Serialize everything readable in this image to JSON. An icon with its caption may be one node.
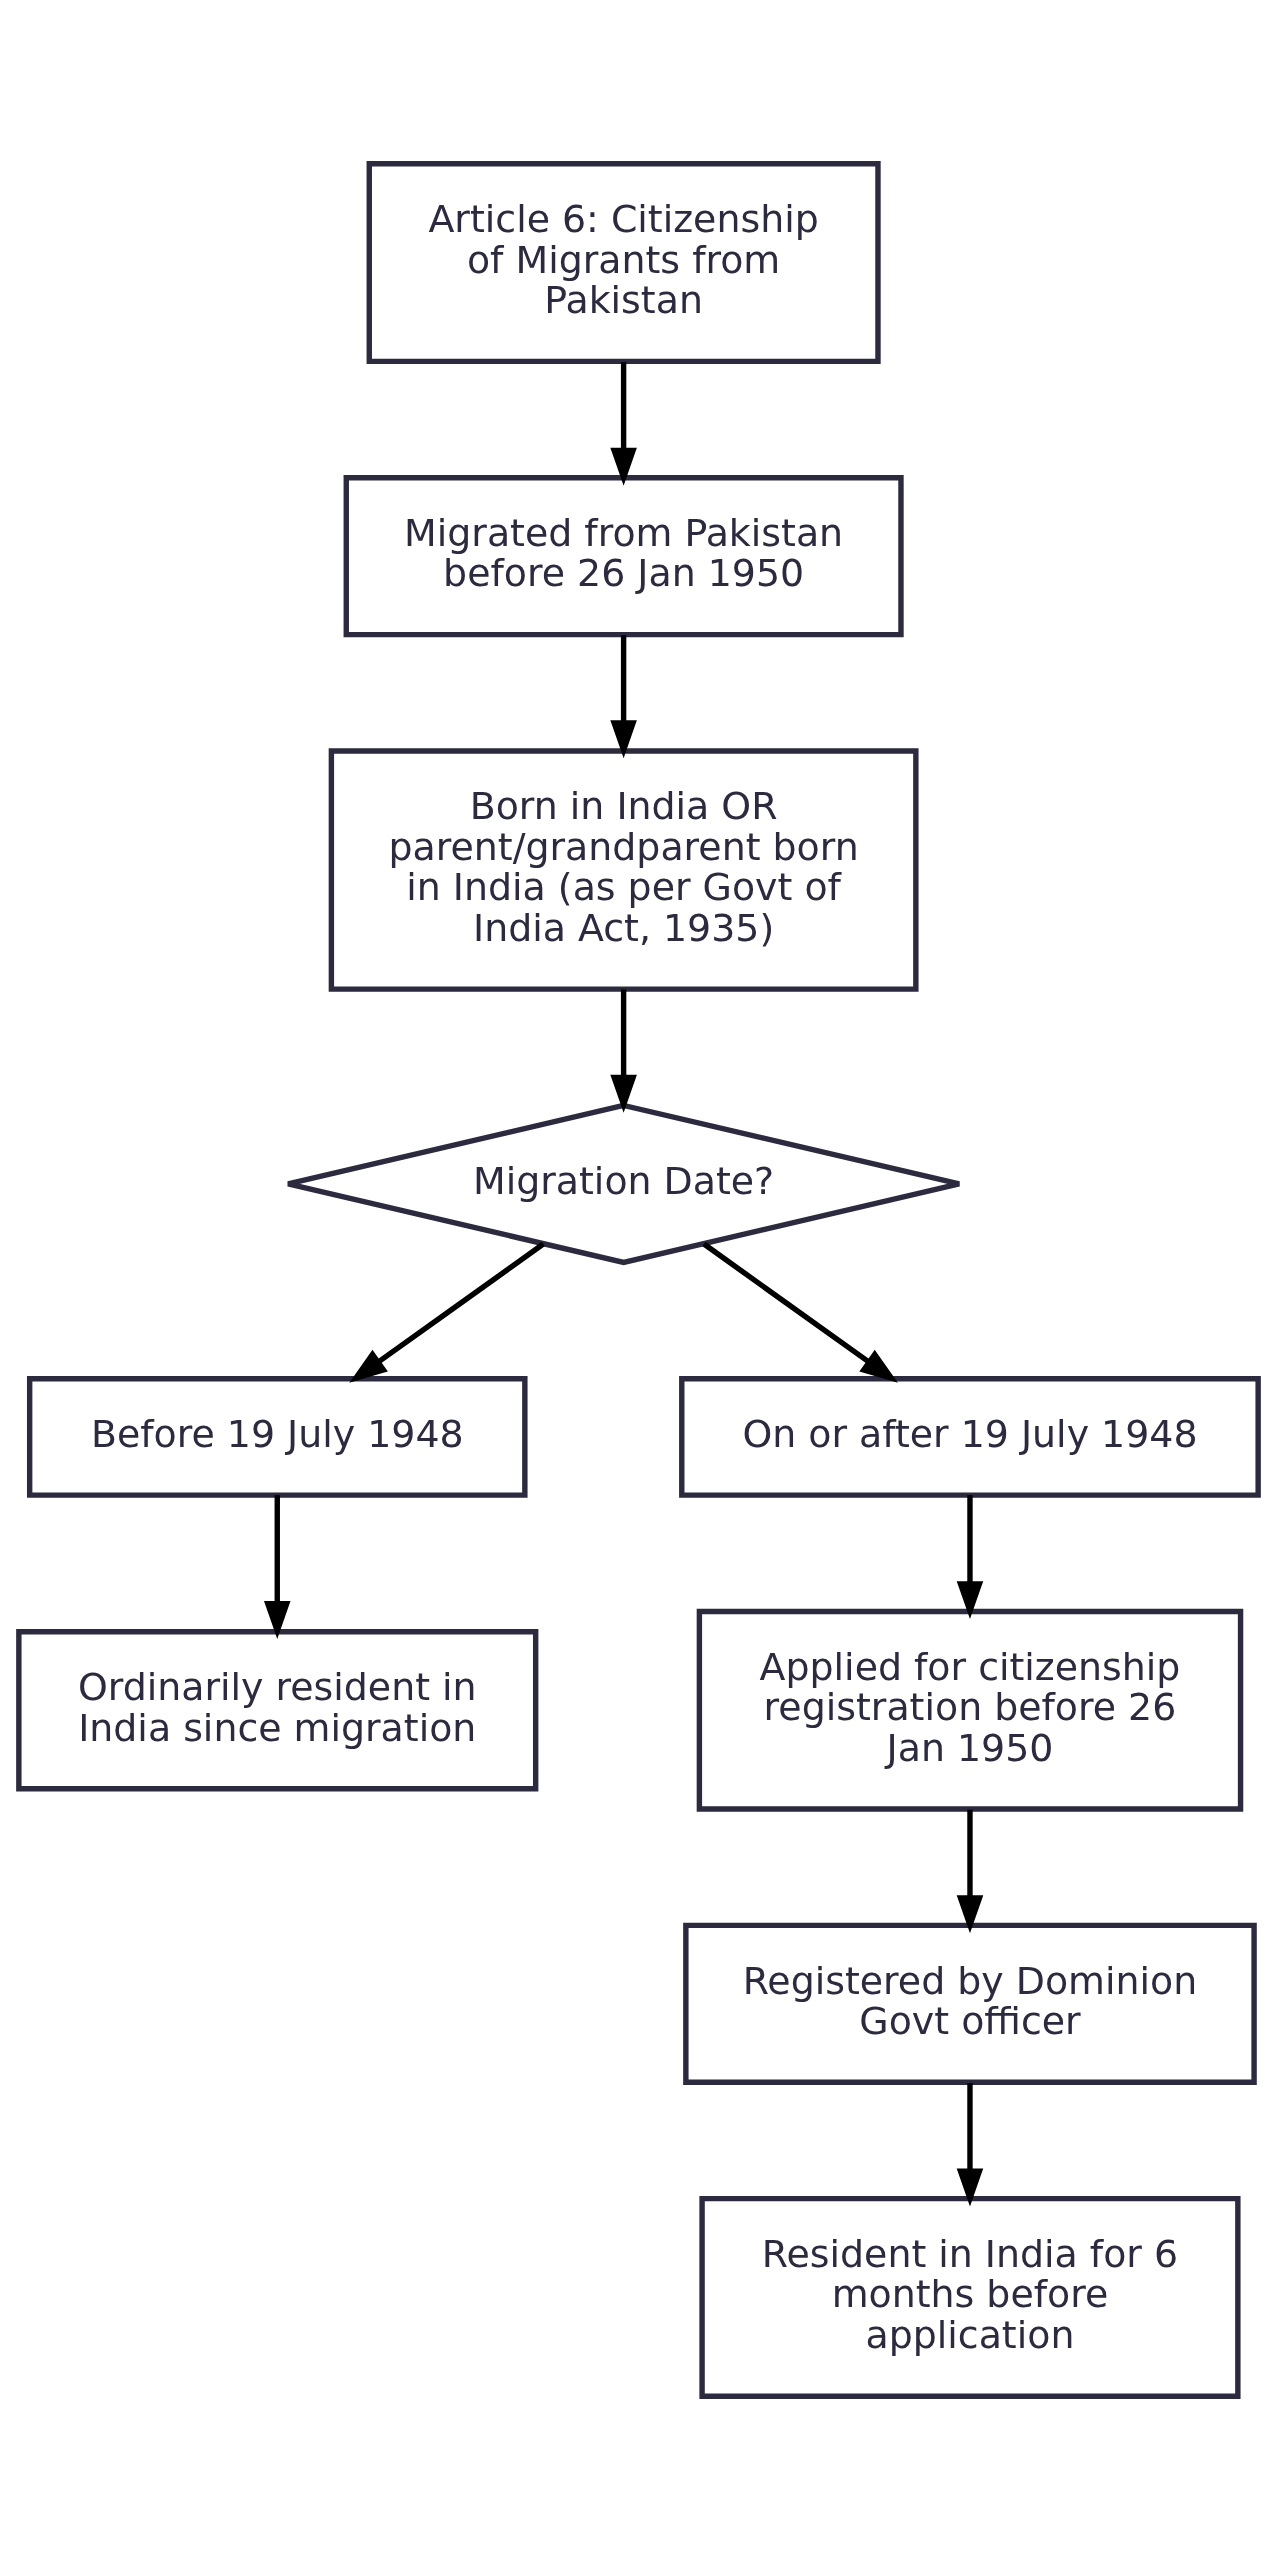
{
  "diagram": {
    "nodes": [
      {
        "text": [
          "Article 6: Citizenship of Migrants from Pakistan"
        ]
      },
      {
        "text": [
          "Migrated from Pakistan before 26 Jan 1950"
        ]
      },
      {
        "text": [
          "Born in India OR parent/grandparent born in India (as per Govt of India Act, 1935)"
        ]
      },
      {
        "text": [
          "Migration Date?"
        ]
      },
      {
        "text": [
          "Before 19 July 1948"
        ]
      },
      {
        "text": [
          "On or after 19 July 1948"
        ]
      },
      {
        "text": [
          "Ordinarily resident in India since migration"
        ]
      },
      {
        "text": [
          "Applied for citizenship registration before 26 Jan 1950"
        ]
      },
      {
        "text": [
          "Registered by Dominion Govt officer"
        ]
      },
      {
        "text": [
          "Resident in India for 6 months before application"
        ]
      }
    ],
    "edges": [
      {
        "from": 0,
        "to": 1,
        "arrow": "to"
      },
      {
        "from": 1,
        "to": 2,
        "arrow": "to"
      },
      {
        "from": 2,
        "to": 3,
        "arrow": "to"
      },
      {
        "from": 3,
        "to": 4,
        "arrow": "to"
      },
      {
        "from": 3,
        "to": 5,
        "arrow": "to"
      },
      {
        "from": 4,
        "to": 6,
        "arrow": "to"
      },
      {
        "from": 5,
        "to": 7,
        "arrow": "to"
      },
      {
        "from": 7,
        "to": 8,
        "arrow": "to"
      },
      {
        "from": 8,
        "to": 9,
        "arrow": "to"
      }
    ]
  }
}
